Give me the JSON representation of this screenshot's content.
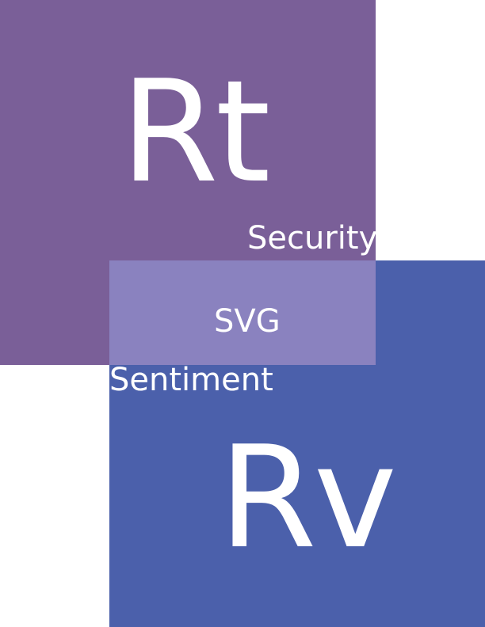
{
  "colors": {
    "purple": "#7a5f98",
    "blue": "#4b60ab",
    "overlap": "#8a82bf",
    "text": "#ffffff"
  },
  "top_block": {
    "symbol": "Rt",
    "caption": "Security"
  },
  "overlap_block": {
    "caption": "SVG"
  },
  "bottom_block": {
    "caption": "Sentiment",
    "symbol": "Rv"
  }
}
